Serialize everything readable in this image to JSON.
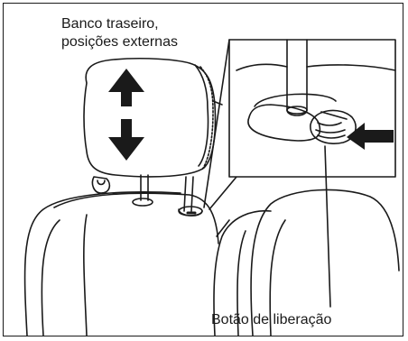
{
  "labels": {
    "seat_position_line1": "Banco traseiro,",
    "seat_position_line2": "posições externas",
    "release_button": "Botão de liberação"
  },
  "colors": {
    "line": "#1a1a1a",
    "background": "#ffffff",
    "shading": "#bfbfbf"
  }
}
